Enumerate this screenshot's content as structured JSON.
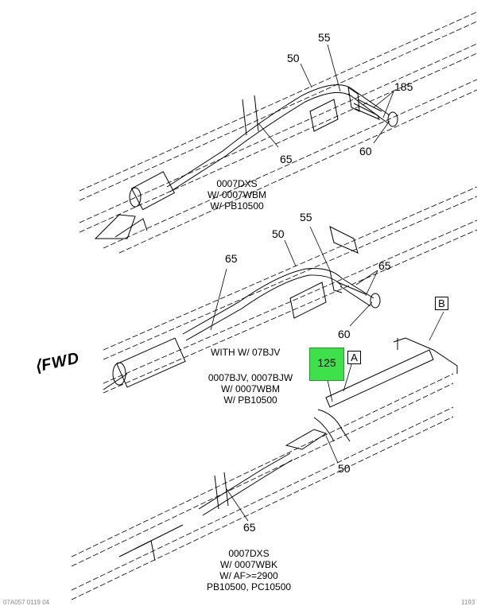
{
  "callouts": {
    "top_55": "55",
    "top_50": "50",
    "top_185": "185",
    "top_65": "65",
    "top_60": "60",
    "mid_55": "55",
    "mid_50": "50",
    "mid_65_left": "65",
    "mid_65_right": "65",
    "mid_60": "60",
    "bot_125": "125",
    "bot_50": "50",
    "bot_65": "65"
  },
  "boxes": {
    "a": "A",
    "b": "B"
  },
  "notes": {
    "top": [
      "0007DXS",
      "W/ 0007WBM",
      "W/ PB10500"
    ],
    "with": "WITH W/ 07BJV",
    "mid": [
      "0007BJV, 0007BJW",
      "W/ 0007WBM",
      "W/ PB10500"
    ],
    "bottom": [
      "0007DXS",
      "W/ 0007WBK",
      "W/ AF>=2900",
      "PB10500, PC10500"
    ]
  },
  "fwd_label": "FWD",
  "footer": {
    "left": "07A057 0119 04",
    "right": "1193"
  },
  "colors": {
    "highlight": "#3ee14a",
    "line": "#000000"
  }
}
